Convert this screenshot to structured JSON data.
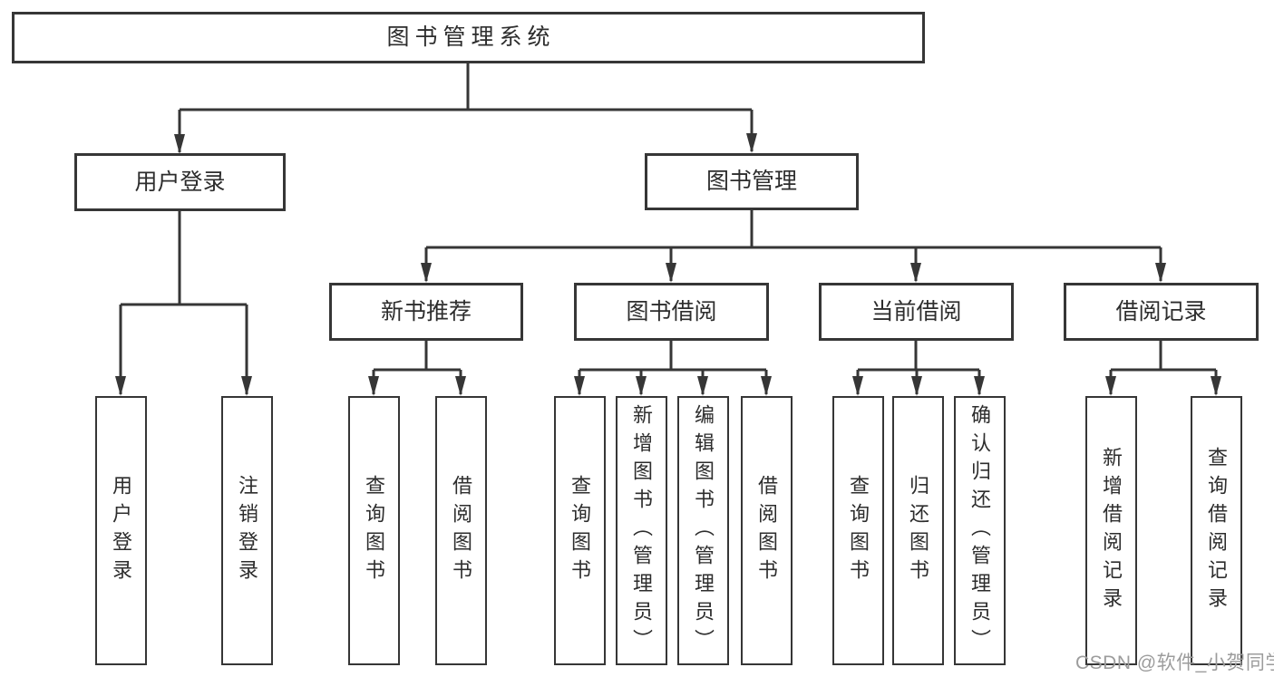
{
  "tree": {
    "label": "图书管理系统",
    "children": [
      {
        "label": "用户登录",
        "children": [
          {
            "label": "用户登录"
          },
          {
            "label": "注销登录"
          }
        ]
      },
      {
        "label": "图书管理",
        "children": [
          {
            "label": "新书推荐",
            "children": [
              {
                "label": "查询图书"
              },
              {
                "label": "借阅图书"
              }
            ]
          },
          {
            "label": "图书借阅",
            "children": [
              {
                "label": "查询图书"
              },
              {
                "label": "新增图书（管理员）"
              },
              {
                "label": "编辑图书（管理员）"
              },
              {
                "label": "借阅图书"
              }
            ]
          },
          {
            "label": "当前借阅",
            "children": [
              {
                "label": "查询图书"
              },
              {
                "label": "归还图书"
              },
              {
                "label": "确认归还（管理员）"
              }
            ]
          },
          {
            "label": "借阅记录",
            "children": [
              {
                "label": "新增借阅记录"
              },
              {
                "label": "查询借阅记录"
              }
            ]
          }
        ]
      }
    ]
  },
  "watermark": {
    "text": "CSDN @软件_小贺同学"
  },
  "colors": {
    "line": "#363636",
    "text": "#2d2d2d",
    "watermark": "#9c9c9c",
    "background": "#ffffff"
  }
}
